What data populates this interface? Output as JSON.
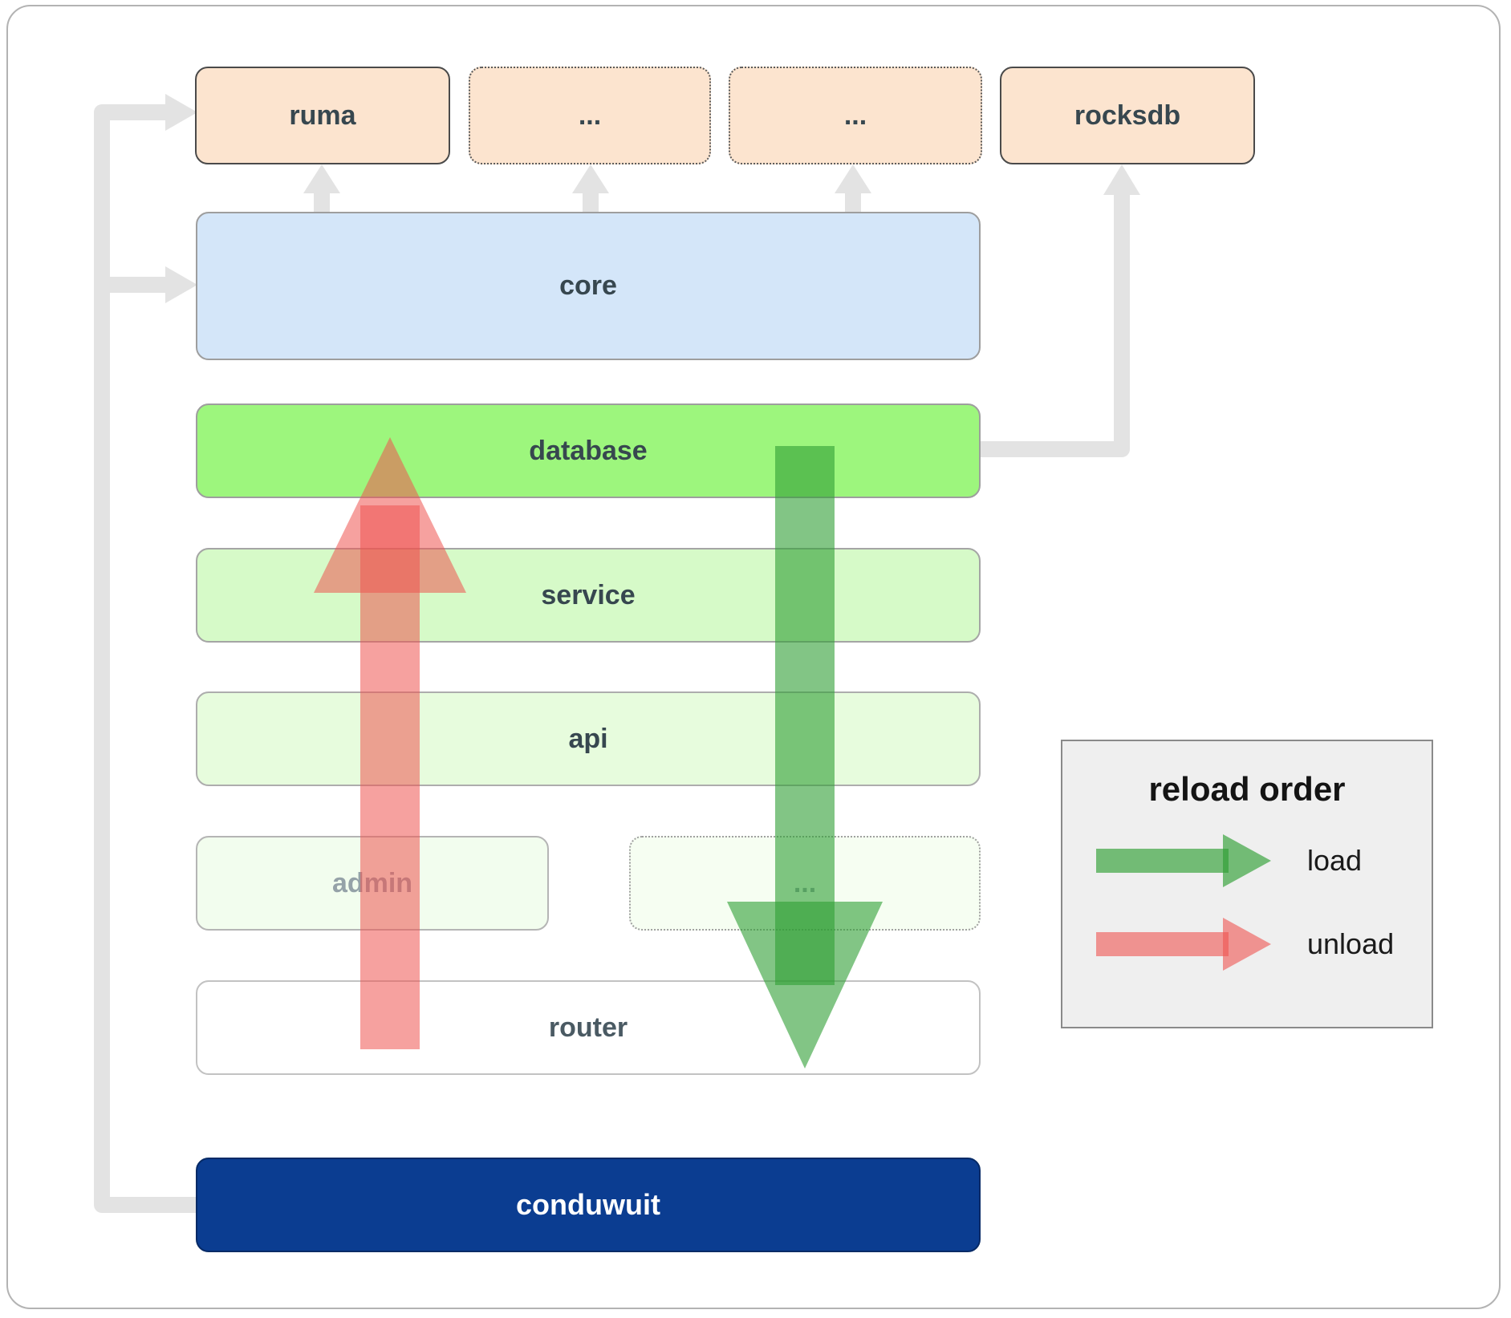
{
  "diagram": {
    "top_row": [
      {
        "label": "ruma"
      },
      {
        "label": "..."
      },
      {
        "label": "..."
      },
      {
        "label": "rocksdb"
      }
    ],
    "layers": {
      "core": {
        "label": "core"
      },
      "database": {
        "label": "database"
      },
      "service": {
        "label": "service"
      },
      "api": {
        "label": "api"
      },
      "admin": {
        "label": "admin"
      },
      "admin_sibling": {
        "label": "..."
      },
      "router": {
        "label": "router"
      },
      "conduwuit": {
        "label": "conduwuit"
      }
    },
    "legend": {
      "title": "reload order",
      "load_label": "load",
      "unload_label": "unload"
    },
    "colors": {
      "peach_box": "#fce4cf",
      "core_blue": "#d4e6f9",
      "database_green": "#9df67d",
      "service_green": "#d6fac8",
      "api_green": "#e7fcdd",
      "admin_green": "#f2fdee",
      "conduwuit_navy": "#0b3d91",
      "load_arrow_green": "#2e9e33",
      "unload_arrow_red": "#ef5350",
      "connector_gray": "#e3e3e3"
    }
  }
}
